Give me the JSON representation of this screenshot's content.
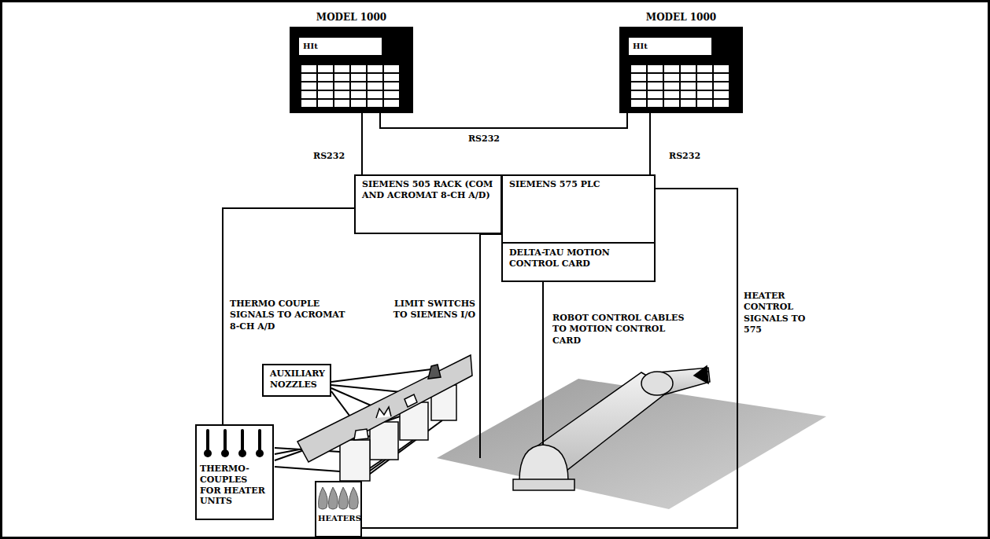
{
  "diagram": {
    "nodes": [
      {
        "text": [
          "MODEL 1000",
          "HIt"
        ]
      },
      {
        "text": [
          "MODEL 1000",
          "HIt"
        ]
      },
      {
        "text": [
          "SIEMENS 505 RACK (COM AND ACROMAT 8-CH A/D)"
        ]
      },
      {
        "text": [
          "SIEMENS 575 PLC"
        ]
      },
      {
        "text": [
          "DELTA-TAU MOTION CONTROL CARD"
        ],
        "in": 3
      },
      {
        "text": [
          "AUXILIARY NOZZLES"
        ]
      },
      {
        "text": [
          "THERMO-COUPLES FOR HEATER UNITS"
        ]
      },
      {
        "text": [
          "HEATERS"
        ]
      }
    ],
    "edges": [
      {
        "from": 0,
        "to": 1,
        "label": "RS232",
        "arrow": "none"
      },
      {
        "from": 0,
        "to": 2,
        "label": "RS232",
        "arrow": "none"
      },
      {
        "from": 1,
        "to": 3,
        "label": "RS232",
        "arrow": "none"
      },
      {
        "from": 2,
        "to": 6,
        "label": "THERMO COUPLE SIGNALS TO ACROMAT 8-CH A/D",
        "arrow": "none"
      },
      {
        "from": 3,
        "to": 7,
        "label": "HEATER CONTROL SIGNALS TO 575",
        "arrow": "none"
      }
    ],
    "labels": [
      "LIMIT SWITCHS TO SIEMENS I/O",
      "ROBOT CONTROL CABLES TO MOTION CONTROL CARD"
    ]
  }
}
